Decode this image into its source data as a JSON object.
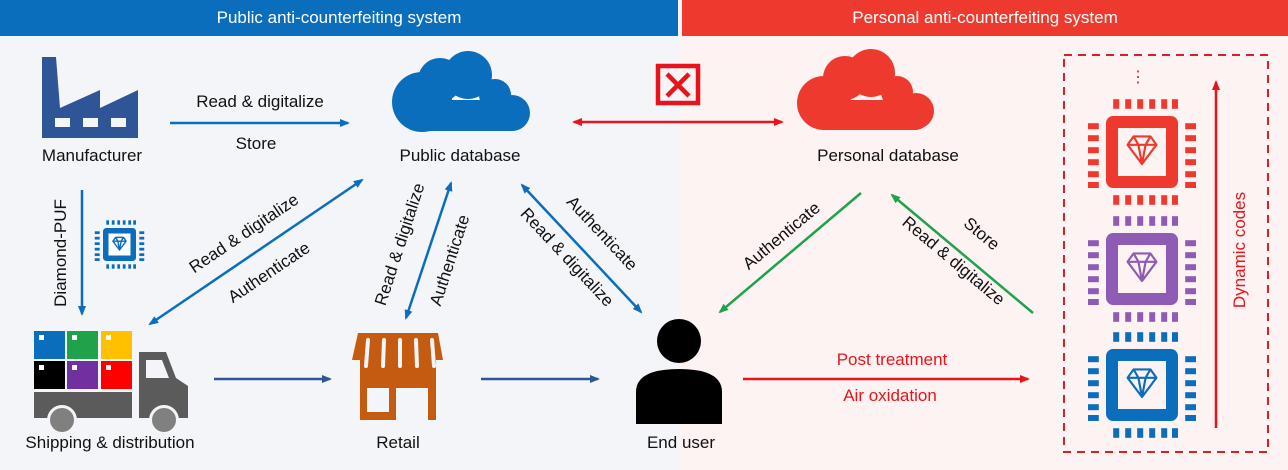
{
  "banners": {
    "public": "Public anti-counterfeiting system",
    "personal": "Personal anti-counterfeiting system"
  },
  "nodes": {
    "manufacturer": "Manufacturer",
    "public_database": "Public database",
    "personal_database": "Personal database",
    "shipping": "Shipping & distribution",
    "retail": "Retail",
    "end_user": "End user"
  },
  "edges": {
    "manufacturer_to_db_top": "Read & digitalize",
    "manufacturer_to_db_bottom": "Store",
    "diamond_puf": "Diamond-PUF",
    "shipping_db_top": "Read & digitalize",
    "shipping_db_bottom": "Authenticate",
    "retail_db_left": "Read & digitalize",
    "retail_db_right": "Authenticate",
    "enduser_db_top": "Authenticate",
    "enduser_db_bottom": "Read & digitalize",
    "personal_db_to_user": "Authenticate",
    "chips_to_personal_top": "Store",
    "chips_to_personal_bottom": "Read & digitalize",
    "post_treatment": "Post treatment",
    "air_oxidation": "Air oxidation",
    "dynamic_codes": "Dynamic codes",
    "ellipsis": "⋮"
  },
  "icons": {
    "blocked": "x-mark-box-icon",
    "manufacturer": "factory-icon",
    "database": "cloud-icon",
    "shipping": "truck-icon",
    "retail": "store-icon",
    "end_user": "person-icon",
    "puf_chip": "diamond-chip-icon"
  },
  "colors": {
    "public_blue": "#0b6ebd",
    "personal_red": "#ee3a2e",
    "factory_blue": "#2f5597",
    "store_orange": "#c55a11",
    "authenticate_green": "#1fa34a",
    "chip_purple": "#8e5bb5",
    "block_red": "#e8141b"
  },
  "truck_boxes": [
    "#0b6ebd",
    "#1fa34a",
    "#ffc000",
    "#000000",
    "#7030a0",
    "#ff0000"
  ]
}
